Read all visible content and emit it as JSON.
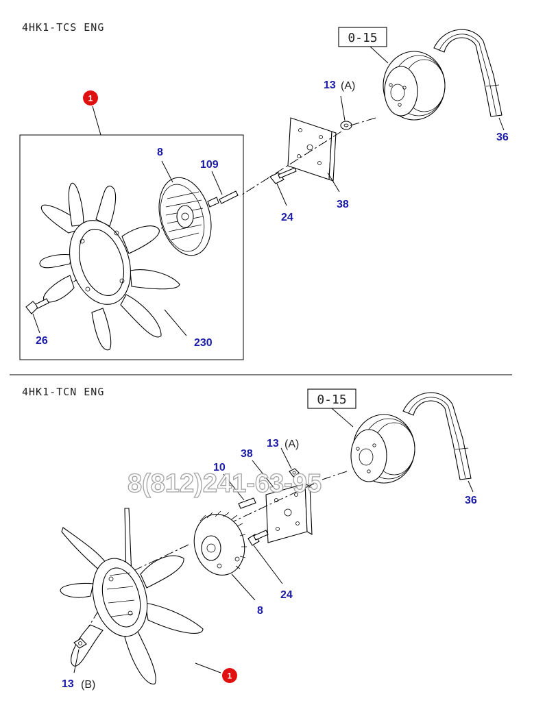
{
  "sections": {
    "top": {
      "engine_label": "4HK1-TCS ENG",
      "ref_box": "0-15",
      "marker": "1",
      "callouts": {
        "c8": "8",
        "c109": "109",
        "c13a": "13",
        "c13a_suffix": "(A)",
        "c24": "24",
        "c38": "38",
        "c36": "36",
        "c26": "26",
        "c230": "230"
      }
    },
    "bottom": {
      "engine_label": "4HK1-TCN ENG",
      "ref_box": "0-15",
      "marker": "1",
      "callouts": {
        "c13a": "13",
        "c13a_suffix": "(A)",
        "c38": "38",
        "c10": "10",
        "c36": "36",
        "c24": "24",
        "c8": "8",
        "c13b": "13",
        "c13b_suffix": "(B)"
      }
    }
  },
  "watermark": "8(812)241-63-95",
  "colors": {
    "callout_blue": "#1a1aa8",
    "marker_red": "#e01010"
  }
}
